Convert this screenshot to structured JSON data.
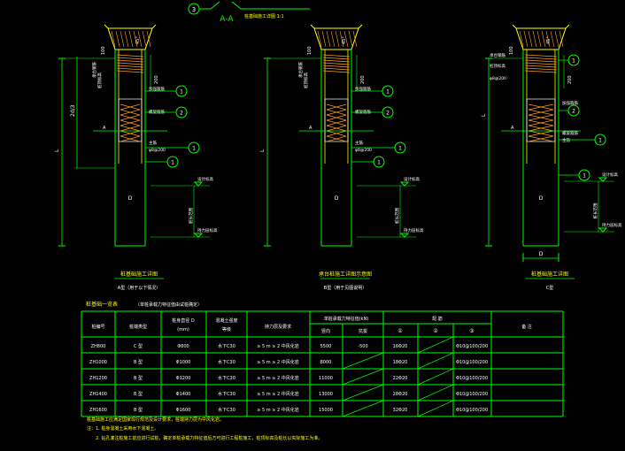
{
  "colors": {
    "background": "#000000",
    "green": "#00ff00",
    "yellow": "#ffff00",
    "orange": "#ff9a1a",
    "white": "#ffffff",
    "red": "#ff3030",
    "cyan": "#00ffff"
  },
  "top": {
    "circle_no": "3",
    "section": "A-A",
    "note": "桩基础施工详图 1:1"
  },
  "piles": [
    {
      "title": "桩基础施工详图",
      "subtitle": "A型（用于以下情况）",
      "top_dims": [
        "100",
        "45°",
        "200"
      ],
      "depth_label": "2d/3",
      "length_label": "L",
      "diameter_label": "D",
      "section_mark": "A",
      "labels": [
        "承台钢筋",
        "桩顶标高",
        "加强箍筋",
        "螺旋箍筋",
        "主筋",
        "φ8@200"
      ],
      "right_labels": [
        "设计标高",
        "桩长范围",
        "持力层标高"
      ],
      "callouts": [
        "1",
        "2",
        "1",
        "1"
      ]
    },
    {
      "title": "承台桩施工详图示意图",
      "subtitle": "B型（用于见图说明）",
      "top_dims": [
        "100",
        "45°",
        "200"
      ],
      "depth_label": "",
      "length_label": "L",
      "diameter_label": "D",
      "section_mark": "A",
      "labels": [
        "承台钢筋",
        "桩顶标高",
        "加强箍筋",
        "螺旋箍筋",
        "主筋",
        "φ8@200"
      ],
      "right_labels": [
        "设计标高",
        "桩长范围",
        "持力层标高"
      ],
      "callouts": [
        "1",
        "2",
        "1",
        "1"
      ]
    },
    {
      "title": "桩基础施工详图",
      "subtitle": "C型",
      "top_dims": [
        "100",
        "45°",
        "200"
      ],
      "depth_label": "L",
      "length_label": "",
      "diameter_label": "D",
      "section_mark": "A",
      "labels": [
        "承台钢筋",
        "桩顶标高",
        "φ8@200",
        "加强箍筋",
        "螺旋箍筋",
        "主筋"
      ],
      "right_labels": [
        "设计标高",
        "桩长范围",
        "持力层标高"
      ],
      "callouts": [
        "1",
        "2",
        "1",
        "1"
      ]
    }
  ],
  "table": {
    "title": "桩基础一览表",
    "title_note": "（单桩承载力特征值由试桩确定）",
    "headers": {
      "no": "桩编号",
      "type": "桩端类型",
      "diameter": "桩身直径 D",
      "diameter_unit": "(mm)",
      "concrete": "混凝土强度等级",
      "bearing": "持力层及要求",
      "capacity": "单桩承载力特征值(kN)",
      "cap_vertical": "竖向",
      "cap_pull": "抗拔",
      "reinf": "配 筋",
      "r1": "①",
      "r2": "②",
      "r3": "③",
      "remark": "备 注"
    },
    "rows": [
      {
        "no": "ZH800",
        "type": "C 型",
        "d": "Φ800",
        "conc": "水下C30",
        "bear": "≥ 5 m ≥ 2 中风化岩",
        "cap1": "5500",
        "cap2": "-500",
        "r1": "16Φ20",
        "r2": "",
        "r3": "Φ10@100/200"
      },
      {
        "no": "ZH1000",
        "type": "B 型",
        "d": "Φ1000",
        "conc": "水下C30",
        "bear": "≥ 5 m ≥ 2 中风化岩",
        "cap1": "8000",
        "cap2": "",
        "r1": "18Φ20",
        "r2": "",
        "r3": "Φ10@100/200"
      },
      {
        "no": "ZH1200",
        "type": "B 型",
        "d": "Φ1200",
        "conc": "水下C30",
        "bear": "≥ 5 m ≥ 2 中风化岩",
        "cap1": "11000",
        "cap2": "",
        "r1": "22Φ20",
        "r2": "",
        "r3": "Φ10@100/200"
      },
      {
        "no": "ZH1400",
        "type": "B 型",
        "d": "Φ1400",
        "conc": "水下C30",
        "bear": "≥ 5 m ≥ 2 中风化岩",
        "cap1": "13000",
        "cap2": "",
        "r1": "28Φ20",
        "r2": "",
        "r3": "Φ10@100/200"
      },
      {
        "no": "ZH1600",
        "type": "B 型",
        "d": "Φ1600",
        "conc": "水下C30",
        "bear": "≥ 5 m ≥ 2 中风化岩",
        "cap1": "15000",
        "cap2": "",
        "r1": "32Φ20",
        "r2": "",
        "r3": "Φ10@100/200"
      }
    ]
  },
  "notes": [
    "桩基础施工应满足国家现行规范及设计要求，桩端持力层为中风化岩。",
    "注：1. 桩身混凝土采用水下混凝土。",
    "2. 钻孔灌注桩施工前应进行试桩，确定单桩承载力特征值后方可进行工程桩施工，桩顶标高及桩长以实际施工为准。"
  ]
}
